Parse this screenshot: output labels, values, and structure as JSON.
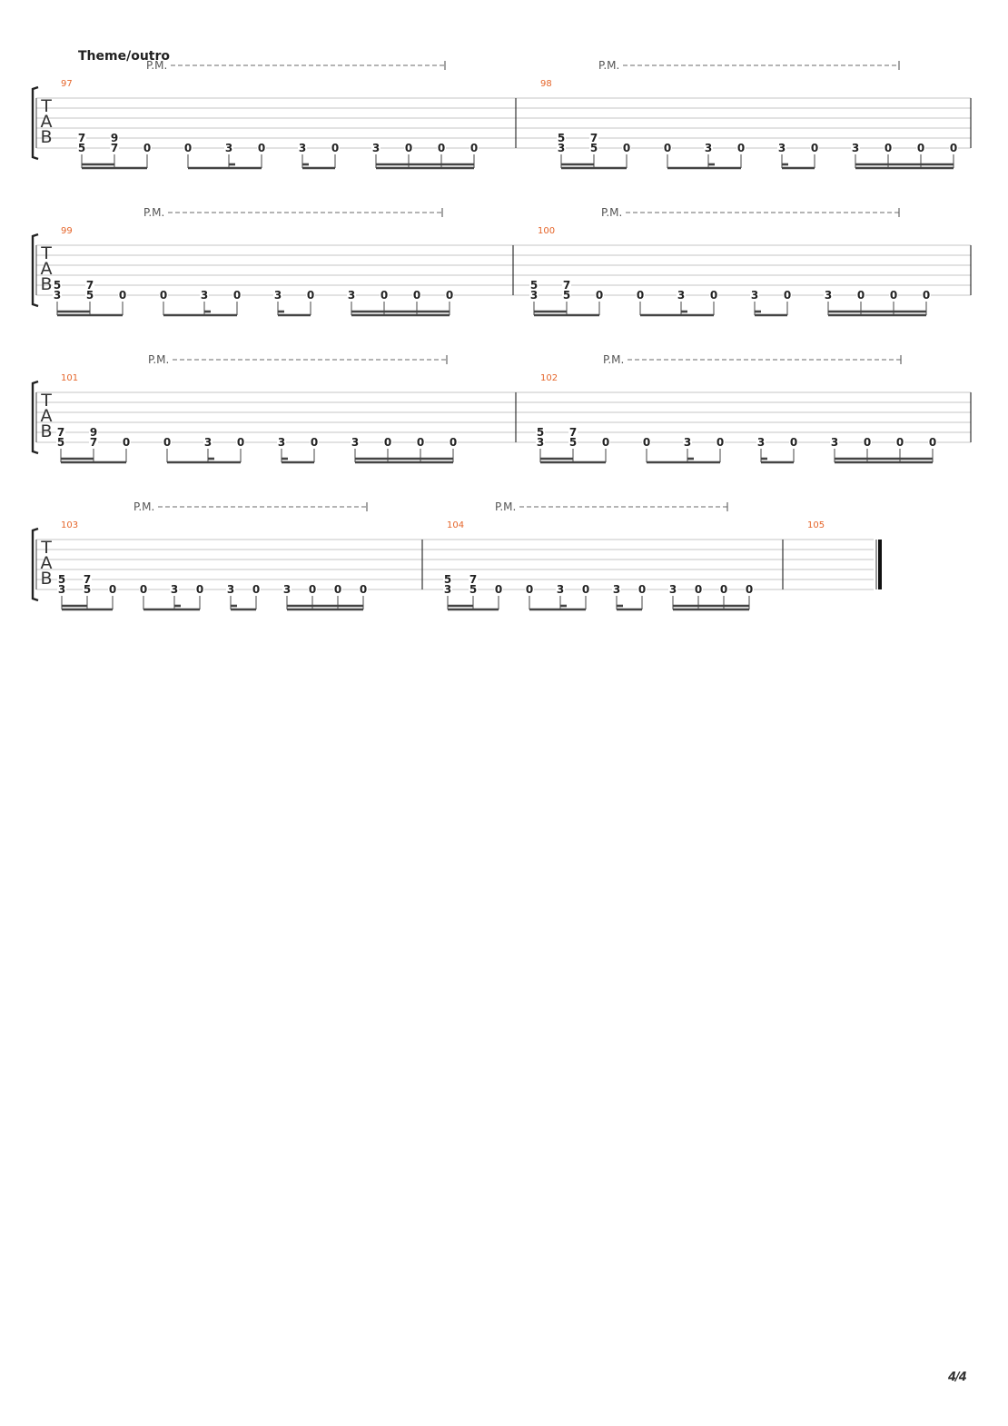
{
  "section_title": "Theme/outro",
  "page_number": "4/4",
  "tab_letters": [
    "T",
    "A",
    "B"
  ],
  "palm_mute_label": "P.M.",
  "systems": [
    {
      "bars": [
        {
          "number": "97",
          "pm": true,
          "events": [
            [
              "7",
              "5"
            ],
            [
              "9",
              "7"
            ],
            [
              "0"
            ],
            [
              "0"
            ],
            [
              "3"
            ],
            [
              "0"
            ],
            [
              "3"
            ],
            [
              "0"
            ],
            [
              "3"
            ],
            [
              "0"
            ],
            [
              "0"
            ],
            [
              "0"
            ]
          ]
        },
        {
          "number": "98",
          "pm": true,
          "events": [
            [
              "5",
              "3"
            ],
            [
              "7",
              "5"
            ],
            [
              "0"
            ],
            [
              "0"
            ],
            [
              "3"
            ],
            [
              "0"
            ],
            [
              "3"
            ],
            [
              "0"
            ],
            [
              "3"
            ],
            [
              "0"
            ],
            [
              "0"
            ],
            [
              "0"
            ]
          ]
        }
      ]
    },
    {
      "bars": [
        {
          "number": "99",
          "pm": true,
          "events": [
            [
              "5",
              "3"
            ],
            [
              "7",
              "5"
            ],
            [
              "0"
            ],
            [
              "0"
            ],
            [
              "3"
            ],
            [
              "0"
            ],
            [
              "3"
            ],
            [
              "0"
            ],
            [
              "3"
            ],
            [
              "0"
            ],
            [
              "0"
            ],
            [
              "0"
            ]
          ]
        },
        {
          "number": "100",
          "pm": true,
          "events": [
            [
              "5",
              "3"
            ],
            [
              "7",
              "5"
            ],
            [
              "0"
            ],
            [
              "0"
            ],
            [
              "3"
            ],
            [
              "0"
            ],
            [
              "3"
            ],
            [
              "0"
            ],
            [
              "3"
            ],
            [
              "0"
            ],
            [
              "0"
            ],
            [
              "0"
            ]
          ]
        }
      ]
    },
    {
      "bars": [
        {
          "number": "101",
          "pm": true,
          "events": [
            [
              "7",
              "5"
            ],
            [
              "9",
              "7"
            ],
            [
              "0"
            ],
            [
              "0"
            ],
            [
              "3"
            ],
            [
              "0"
            ],
            [
              "3"
            ],
            [
              "0"
            ],
            [
              "3"
            ],
            [
              "0"
            ],
            [
              "0"
            ],
            [
              "0"
            ]
          ]
        },
        {
          "number": "102",
          "pm": true,
          "events": [
            [
              "5",
              "3"
            ],
            [
              "7",
              "5"
            ],
            [
              "0"
            ],
            [
              "0"
            ],
            [
              "3"
            ],
            [
              "0"
            ],
            [
              "3"
            ],
            [
              "0"
            ],
            [
              "3"
            ],
            [
              "0"
            ],
            [
              "0"
            ],
            [
              "0"
            ]
          ]
        }
      ]
    },
    {
      "bars": [
        {
          "number": "103",
          "pm": true,
          "events": [
            [
              "5",
              "3"
            ],
            [
              "7",
              "5"
            ],
            [
              "0"
            ],
            [
              "0"
            ],
            [
              "3"
            ],
            [
              "0"
            ],
            [
              "3"
            ],
            [
              "0"
            ],
            [
              "3"
            ],
            [
              "0"
            ],
            [
              "0"
            ],
            [
              "0"
            ]
          ]
        },
        {
          "number": "104",
          "pm": true,
          "events": [
            [
              "5",
              "3"
            ],
            [
              "7",
              "5"
            ],
            [
              "0"
            ],
            [
              "0"
            ],
            [
              "3"
            ],
            [
              "0"
            ],
            [
              "3"
            ],
            [
              "0"
            ],
            [
              "3"
            ],
            [
              "0"
            ],
            [
              "0"
            ],
            [
              "0"
            ]
          ]
        },
        {
          "number": "105",
          "pm": false,
          "events": []
        }
      ]
    }
  ]
}
